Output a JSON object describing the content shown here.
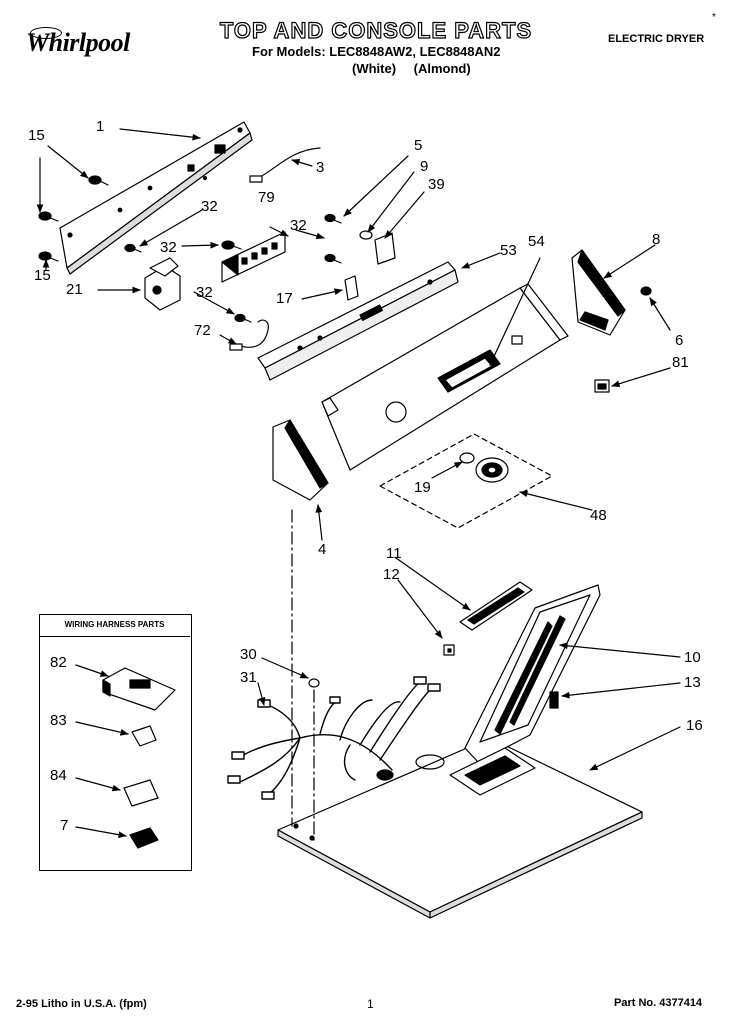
{
  "header": {
    "brand": "Whirlpool",
    "title": "TOP AND CONSOLE PARTS",
    "models_line": "For Models: LEC8848AW2, LEC8848AN2",
    "variants_line": "(White) (Almond)",
    "product_type": "ELECTRIC DRYER",
    "corner_mark": "*"
  },
  "inset": {
    "title": "WIRING HARNESS PARTS"
  },
  "callouts": {
    "c1": "1",
    "c3": "3",
    "c4": "4",
    "c5": "5",
    "c6": "6",
    "c7": "7",
    "c8": "8",
    "c9": "9",
    "c10": "10",
    "c11": "11",
    "c12": "12",
    "c13": "13",
    "c15a": "15",
    "c15b": "15",
    "c16": "16",
    "c17": "17",
    "c19": "19",
    "c21": "21",
    "c30": "30",
    "c31": "31",
    "c32a": "32",
    "c32b": "32",
    "c32c": "32",
    "c32d": "32",
    "c39": "39",
    "c48": "48",
    "c53": "53",
    "c54": "54",
    "c72": "72",
    "c79": "79",
    "c81": "81",
    "c82": "82",
    "c83": "83",
    "c84": "84"
  },
  "footer": {
    "litho": "2-95 Litho in U.S.A. (fpm)",
    "page": "1",
    "part_no": "Part No. 4377414"
  }
}
